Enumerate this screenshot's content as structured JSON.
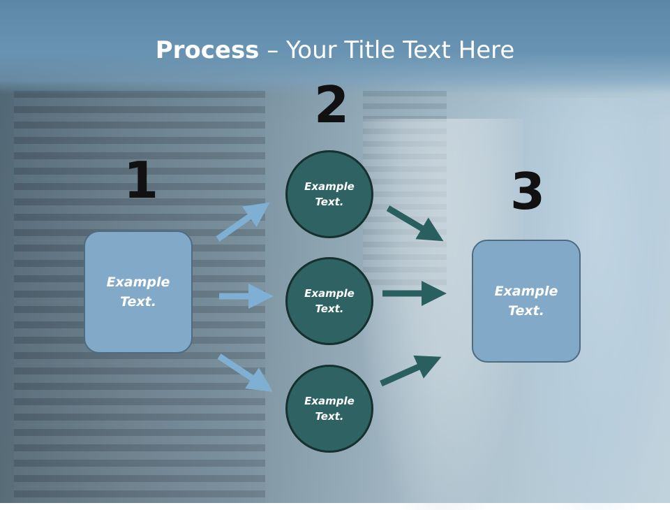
{
  "slide": {
    "title_bold": "Process",
    "title_rest": " – Your Title Text Here",
    "steps": [
      {
        "number": "1"
      },
      {
        "number": "2"
      },
      {
        "number": "3"
      }
    ],
    "left_box": {
      "line1": "Example",
      "line2": "Text."
    },
    "circles": [
      {
        "line1": "Example",
        "line2": "Text."
      },
      {
        "line1": "Example",
        "line2": "Text."
      },
      {
        "line1": "Example",
        "line2": "Text."
      }
    ],
    "right_box": {
      "line1": "Example",
      "line2": "Text."
    }
  },
  "colors": {
    "title_band": "#6893b2",
    "box_fill": "#82aac8",
    "circle_fill": "#2f6262",
    "arrow_light": "#7fb0d4",
    "arrow_dark": "#2a5f60"
  },
  "icons": [
    "arrow-right-icon"
  ]
}
